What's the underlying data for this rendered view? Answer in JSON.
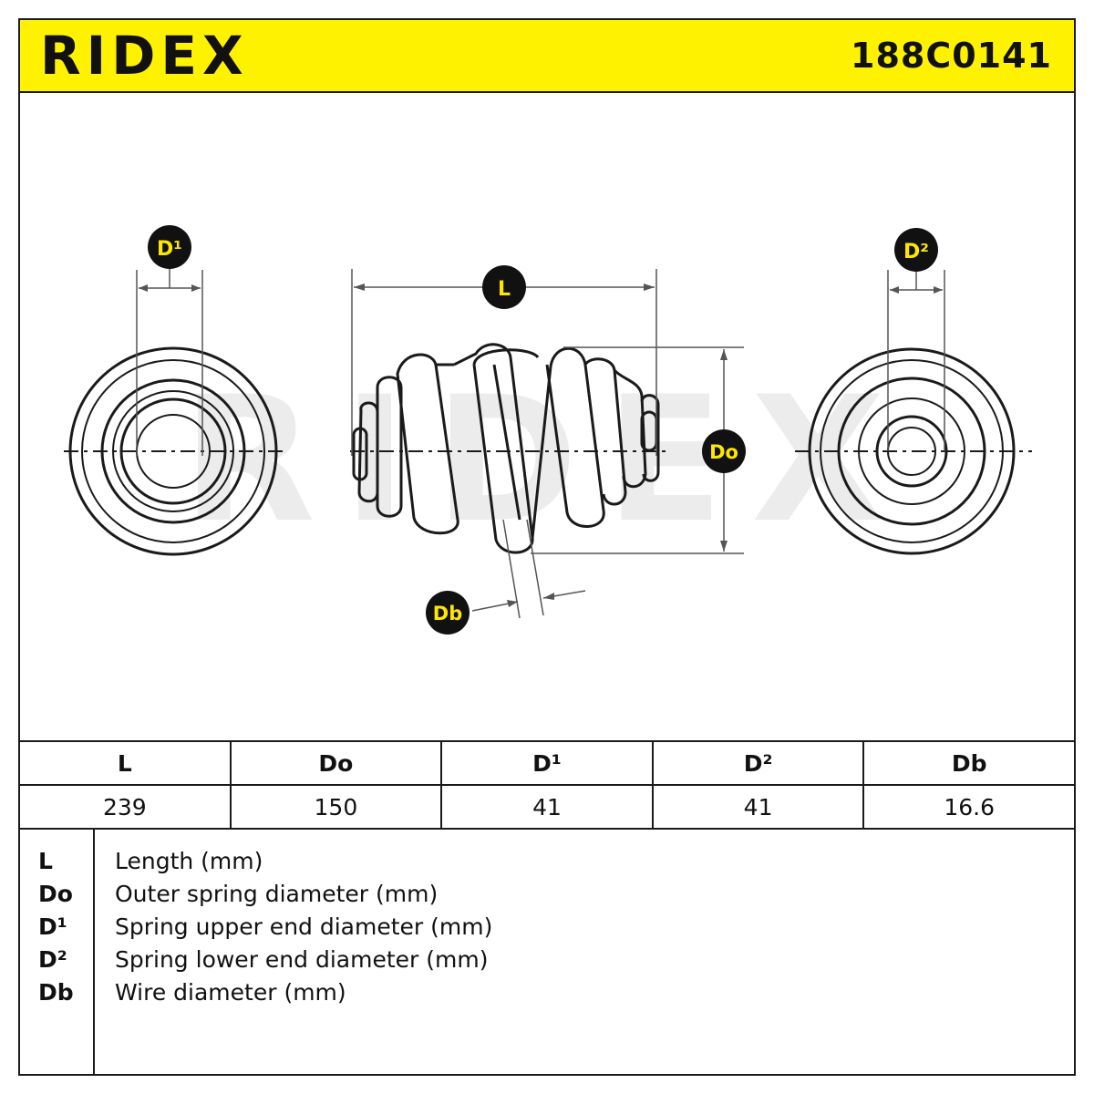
{
  "header": {
    "brand": "RIDEX",
    "part_number": "188C0141"
  },
  "drawing": {
    "labels": {
      "d1": "D¹",
      "d2": "D²",
      "length": "L",
      "outer_diameter": "Do",
      "wire": "Db"
    },
    "watermark": "RIDEX",
    "colors": {
      "badge_fill": "#111111",
      "badge_text": "#ffe600",
      "header_bg": "#fff200",
      "line": "#1a1a1a",
      "dim_line": "#555555"
    }
  },
  "spec_table": {
    "headers": [
      "L",
      "Do",
      "D¹",
      "D²",
      "Db"
    ],
    "values": [
      "239",
      "150",
      "41",
      "41",
      "16.6"
    ]
  },
  "legend": {
    "items": [
      {
        "key": "L",
        "desc": "Length (mm)"
      },
      {
        "key": "Do",
        "desc": "Outer spring diameter (mm)"
      },
      {
        "key": "D¹",
        "desc": "Spring upper end diameter (mm)"
      },
      {
        "key": "D²",
        "desc": "Spring lower end diameter (mm)"
      },
      {
        "key": "Db",
        "desc": "Wire diameter (mm)"
      }
    ]
  }
}
